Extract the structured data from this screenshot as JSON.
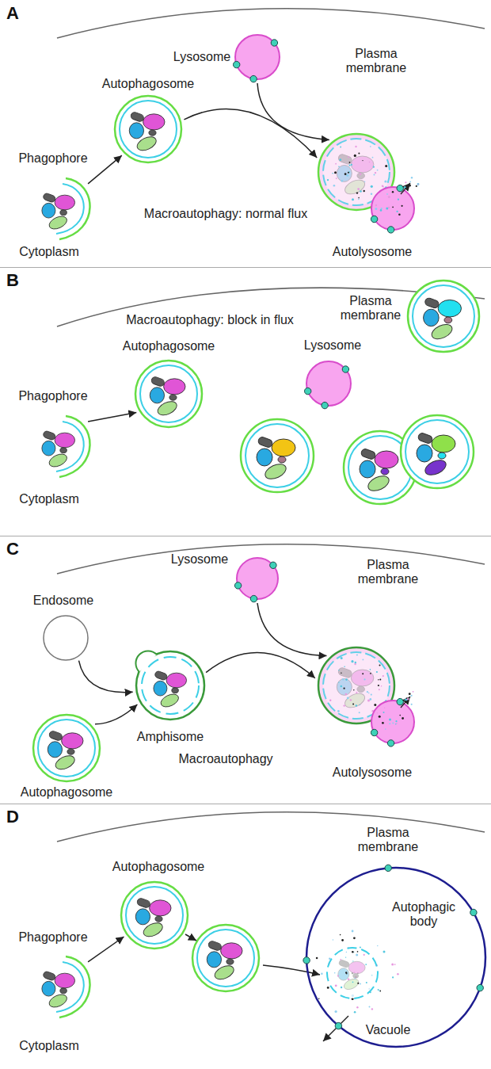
{
  "diagram": {
    "nodes": [
      {
        "text": [
          "A"
        ]
      },
      {
        "text": [
          "Phagophore"
        ],
        "in": 0
      },
      {
        "text": [
          "Autophagosome"
        ],
        "in": 0
      },
      {
        "text": [
          "Lysosome"
        ],
        "in": 0
      },
      {
        "text": [
          "Autolysosome"
        ],
        "in": 0
      },
      {
        "text": [
          "B"
        ]
      },
      {
        "text": [
          "Phagophore"
        ],
        "in": 5
      },
      {
        "text": [
          "Autophagosome"
        ],
        "in": 5
      },
      {
        "text": [
          "Lysosome"
        ],
        "in": 5
      },
      {
        "text": [
          "C"
        ]
      },
      {
        "text": [
          "Endosome"
        ],
        "in": 9
      },
      {
        "text": [
          "Autophagosome"
        ],
        "in": 9
      },
      {
        "text": [
          "Amphisome"
        ],
        "in": 9
      },
      {
        "text": [
          "Lysosome"
        ],
        "in": 9
      },
      {
        "text": [
          "Autolysosome"
        ],
        "in": 9
      },
      {
        "text": [
          "D"
        ]
      },
      {
        "text": [
          "Phagophore"
        ],
        "in": 15
      },
      {
        "text": [
          "Autophagosome"
        ],
        "in": 15
      },
      {
        "text": [
          "Vacuole"
        ],
        "in": 15
      },
      {
        "text": [
          "Autophagic body"
        ],
        "in": 18
      }
    ],
    "edges": [
      {
        "from": 1,
        "to": 2,
        "arrow": "to"
      },
      {
        "from": 2,
        "to": 4,
        "arrow": "to"
      },
      {
        "from": 3,
        "to": 4,
        "arrow": "to"
      },
      {
        "from": 6,
        "to": 7,
        "arrow": "to"
      },
      {
        "from": 11,
        "to": 12,
        "arrow": "to"
      },
      {
        "from": 10,
        "to": 12,
        "arrow": "to"
      },
      {
        "from": 12,
        "to": 14,
        "arrow": "to"
      },
      {
        "from": 13,
        "to": 14,
        "arrow": "to"
      },
      {
        "from": 16,
        "to": 17,
        "arrow": "to"
      }
    ],
    "labels": [
      "Plasma membrane",
      "Macroautophagy: normal flux",
      "Cytoplasm",
      "Plasma membrane",
      "Macroautophagy: block in flux",
      "Cytoplasm",
      "Plasma membrane",
      "Macroautophagy",
      "Plasma membrane",
      "Cytoplasm"
    ]
  }
}
